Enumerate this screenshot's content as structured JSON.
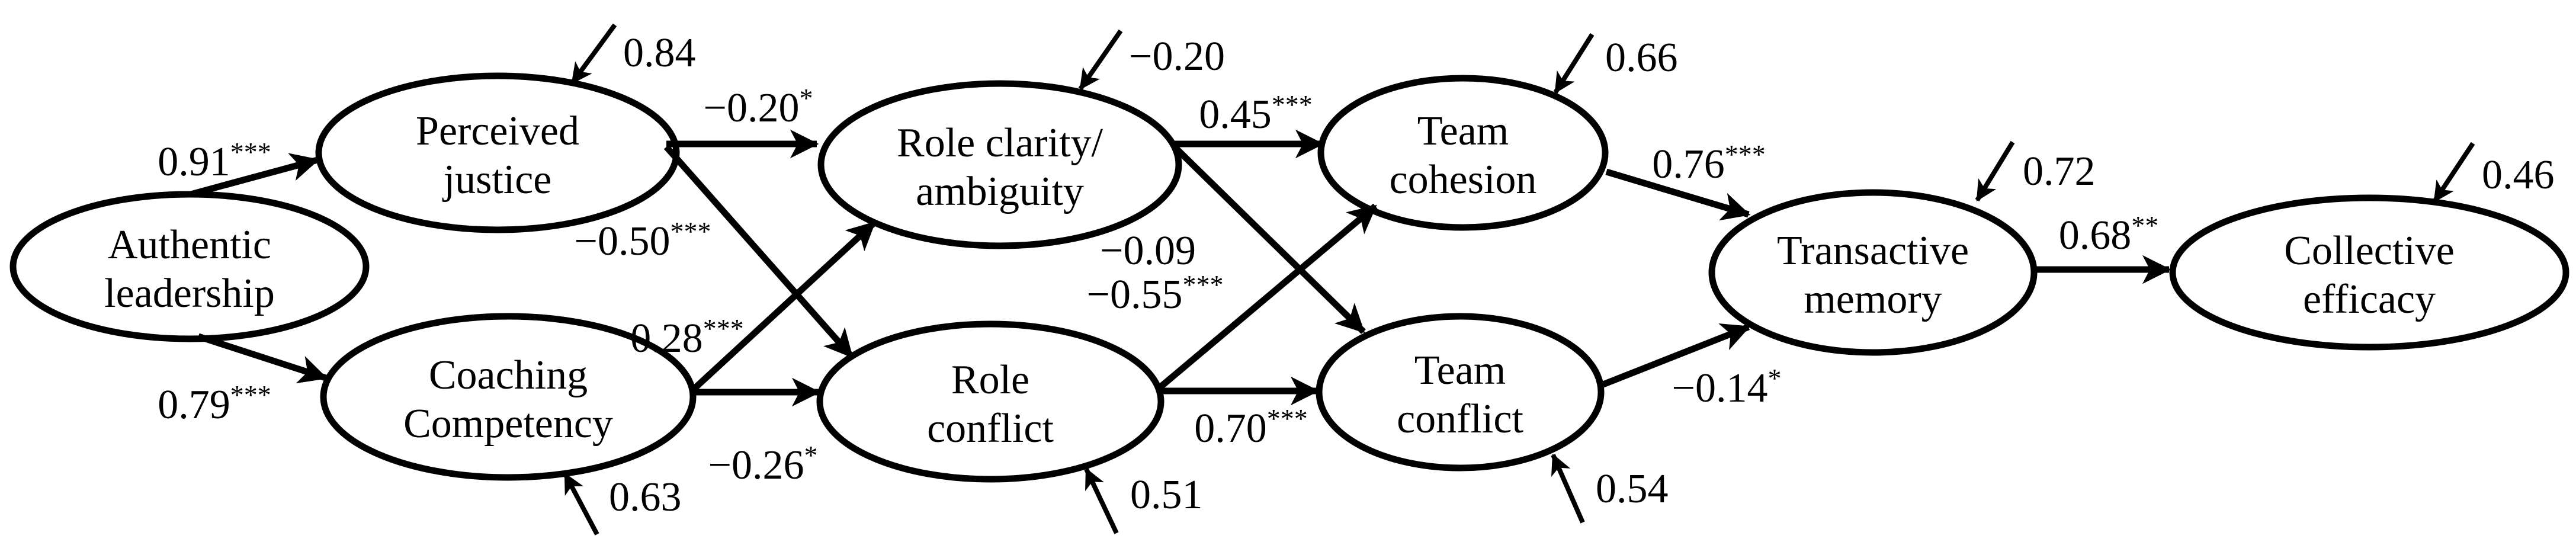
{
  "figure": {
    "type": "structural-equation-model-path-diagram",
    "colors": {
      "background": "#ffffff",
      "line": "#000000"
    },
    "nodes": [
      {
        "id": "authentic-leadership",
        "line1": "Authentic",
        "line2": "leadership",
        "residual": ""
      },
      {
        "id": "perceived-justice",
        "line1": "Perceived",
        "line2": "justice",
        "residual": "0.84"
      },
      {
        "id": "coaching-competency",
        "line1": "Coaching",
        "line2": "Competency",
        "residual": "0.63"
      },
      {
        "id": "role-clarity-ambiguity",
        "line1": "Role clarity/",
        "line2": "ambiguity",
        "residual": "−0.20"
      },
      {
        "id": "role-conflict",
        "line1": "Role",
        "line2": "conflict",
        "residual": "0.51"
      },
      {
        "id": "team-cohesion",
        "line1": "Team",
        "line2": "cohesion",
        "residual": "0.66"
      },
      {
        "id": "team-conflict",
        "line1": "Team",
        "line2": "conflict",
        "residual": "0.54"
      },
      {
        "id": "transactive-memory",
        "line1": "Transactive",
        "line2": "memory",
        "residual": "0.72"
      },
      {
        "id": "collective-efficacy",
        "line1": "Collective",
        "line2": "efficacy",
        "residual": "0.46"
      }
    ],
    "paths": [
      {
        "from": "authentic-leadership",
        "to": "perceived-justice",
        "coefficient": "0.91",
        "significance": "***"
      },
      {
        "from": "authentic-leadership",
        "to": "coaching-competency",
        "coefficient": "0.79",
        "significance": "***"
      },
      {
        "from": "perceived-justice",
        "to": "role-clarity-ambiguity",
        "coefficient": "−0.20",
        "significance": "*"
      },
      {
        "from": "perceived-justice",
        "to": "role-conflict",
        "coefficient": "−0.50",
        "significance": "***"
      },
      {
        "from": "coaching-competency",
        "to": "role-clarity-ambiguity",
        "coefficient": "0.28",
        "significance": "***"
      },
      {
        "from": "coaching-competency",
        "to": "role-conflict",
        "coefficient": "−0.26",
        "significance": "*"
      },
      {
        "from": "role-clarity-ambiguity",
        "to": "team-cohesion",
        "coefficient": "0.45",
        "significance": "***"
      },
      {
        "from": "role-clarity-ambiguity",
        "to": "team-conflict",
        "coefficient": "−0.09",
        "significance": ""
      },
      {
        "from": "role-conflict",
        "to": "team-cohesion",
        "coefficient": "−0.55",
        "significance": "***"
      },
      {
        "from": "role-conflict",
        "to": "team-conflict",
        "coefficient": "0.70",
        "significance": "***"
      },
      {
        "from": "team-cohesion",
        "to": "transactive-memory",
        "coefficient": "0.76",
        "significance": "***"
      },
      {
        "from": "team-conflict",
        "to": "transactive-memory",
        "coefficient": "−0.14",
        "significance": "*"
      },
      {
        "from": "transactive-memory",
        "to": "collective-efficacy",
        "coefficient": "0.68",
        "significance": "**"
      }
    ]
  }
}
